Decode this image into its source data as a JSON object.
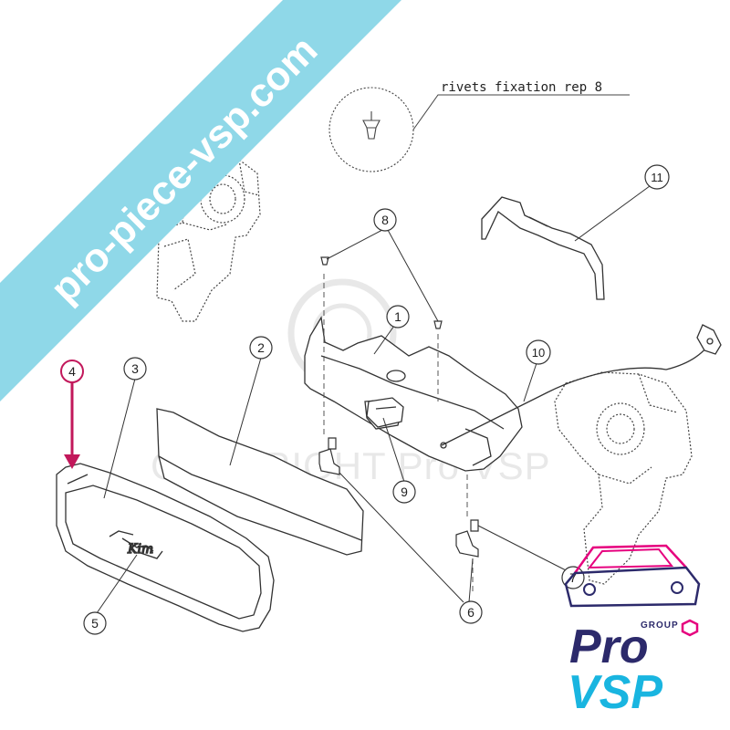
{
  "watermark": {
    "banner_text": "pro-piece-vsp.com",
    "banner_color": "#8fd8e8",
    "copyright_text": "COPYRIGHT Pro VSP"
  },
  "callouts": {
    "rivets_note": "rivets fixation rep 8",
    "numbers": [
      "1",
      "2",
      "3",
      "4",
      "5",
      "6",
      "7",
      "8",
      "9",
      "10",
      "11"
    ]
  },
  "highlight": {
    "part": "4",
    "color": "#c2185b"
  },
  "logo": {
    "group_label": "GROUP",
    "pro_label": "Pro",
    "vsp_label": "VSP",
    "navy": "#2c2a6b",
    "pink": "#e6007e",
    "cyan": "#19b5e0"
  }
}
